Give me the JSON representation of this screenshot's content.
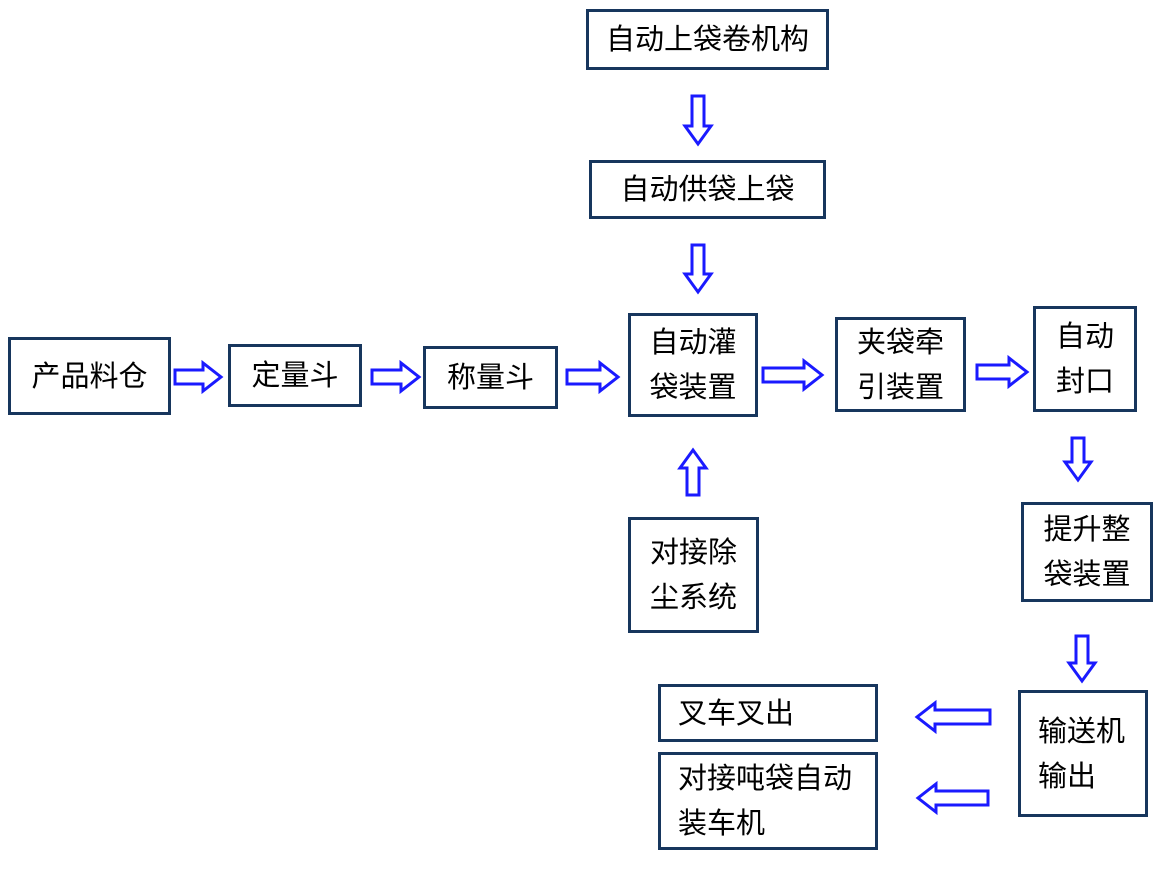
{
  "diagram": {
    "description": "automatic-bagging-line-flowchart",
    "colors": {
      "background": "#ffffff",
      "box_border": "#17365D",
      "arrow_stroke": "#1a1aff",
      "arrow_fill": "#ffffff",
      "text": "#000000"
    },
    "nodes": {
      "bag_roll_mechanism": {
        "lines": [
          "自动上袋卷机构"
        ]
      },
      "bag_supply_loading": {
        "lines": [
          "自动供袋上袋"
        ]
      },
      "product_silo": {
        "lines": [
          "产品料仓"
        ]
      },
      "quantitative_hopper": {
        "lines": [
          "定量斗"
        ]
      },
      "weighing_hopper": {
        "lines": [
          "称量斗"
        ]
      },
      "auto_filling_device": {
        "lines": [
          "自动灌",
          "袋装置"
        ]
      },
      "bag_clamp_traction": {
        "lines": [
          "夹袋牵",
          "引装置"
        ]
      },
      "auto_sealing": {
        "lines": [
          "自动",
          "封口"
        ]
      },
      "dust_removal_system": {
        "lines": [
          "对接除",
          "尘系统"
        ]
      },
      "bag_lifting_device": {
        "lines": [
          "提升整",
          "袋装置"
        ]
      },
      "conveyor_output": {
        "lines": [
          "输送机",
          "输出"
        ]
      },
      "forklift_out": {
        "lines": [
          "叉车叉出"
        ]
      },
      "ton_bag_truck_loader": {
        "lines": [
          "对接吨袋自动",
          "装车机"
        ]
      }
    },
    "connections": [
      {
        "from": "自动上袋卷机构",
        "to": "自动供袋上袋",
        "direction": "down"
      },
      {
        "from": "自动供袋上袋",
        "to": "自动灌袋装置",
        "direction": "down"
      },
      {
        "from": "产品料仓",
        "to": "定量斗",
        "direction": "right"
      },
      {
        "from": "定量斗",
        "to": "称量斗",
        "direction": "right"
      },
      {
        "from": "称量斗",
        "to": "自动灌袋装置",
        "direction": "right"
      },
      {
        "from": "自动灌袋装置",
        "to": "夹袋牵引装置",
        "direction": "right"
      },
      {
        "from": "夹袋牵引装置",
        "to": "自动封口",
        "direction": "right"
      },
      {
        "from": "对接除尘系统",
        "to": "自动灌袋装置",
        "direction": "up"
      },
      {
        "from": "自动封口",
        "to": "提升整袋装置",
        "direction": "down"
      },
      {
        "from": "提升整袋装置",
        "to": "输送机输出",
        "direction": "down"
      },
      {
        "from": "输送机输出",
        "to": "叉车叉出",
        "direction": "left"
      },
      {
        "from": "输送机输出",
        "to": "对接吨袋自动装车机",
        "direction": "left"
      }
    ]
  }
}
